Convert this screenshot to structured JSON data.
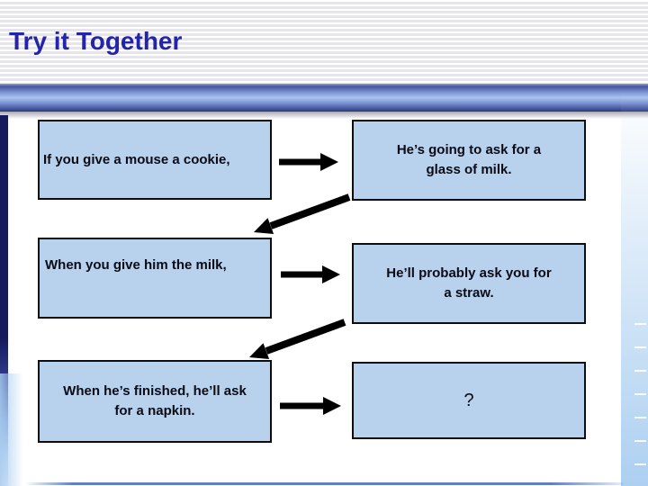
{
  "slide": {
    "title": "Try it Together"
  },
  "flowchart": {
    "pairs": [
      {
        "cause": "If you give a mouse a cookie,",
        "effect": "He’s going to ask for a\nglass of milk."
      },
      {
        "cause": "When you give him the milk,",
        "effect": "He’ll probably ask you for\na straw."
      },
      {
        "cause": "When he’s finished, he’ll ask\nfor a napkin.",
        "effect": "?"
      }
    ]
  },
  "colors": {
    "title_text": "#2424aa",
    "box_fill": "#b8d2ee",
    "box_border": "#0d0d0d",
    "arrow": "#000000",
    "divider_band_blue": "#7d97d6",
    "left_bar_navy": "#141a5c",
    "edge_glow_blue": "#a8cbee"
  }
}
